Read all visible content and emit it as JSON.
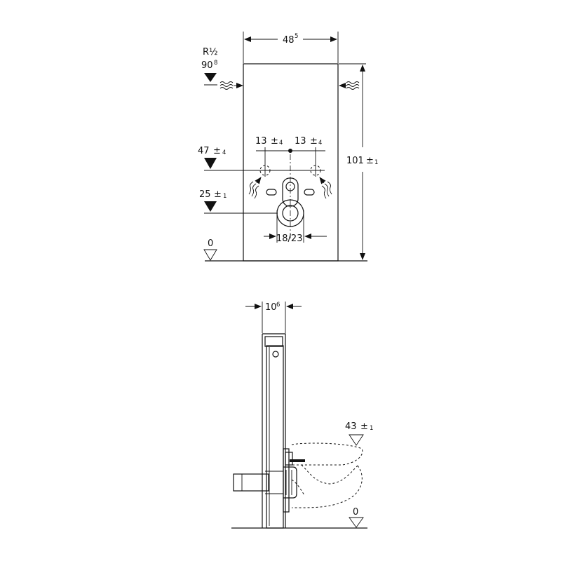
{
  "front_view": {
    "width": {
      "main": "48",
      "sup": "5"
    },
    "height": {
      "main": "101",
      "tol": "±",
      "tol_val": "1"
    },
    "water_connection": {
      "thread": "R½",
      "height_main": "90",
      "height_sup": "8"
    },
    "left_spacing": {
      "main": "13",
      "tol": "±",
      "tol_val": "4"
    },
    "right_spacing": {
      "main": "13",
      "tol": "±",
      "tol_val": "4"
    },
    "upper_connection": {
      "main": "47",
      "tol": "±",
      "tol_val": "4"
    },
    "drain_height": {
      "main": "25",
      "tol": "±",
      "tol_val": "1"
    },
    "drain_diameter": "18/23",
    "floor_level": "0"
  },
  "side_view": {
    "depth": {
      "main": "10",
      "sup": "6"
    },
    "seat_height": {
      "main": "43",
      "tol": "±",
      "tol_val": "1"
    },
    "floor_level": "0"
  }
}
